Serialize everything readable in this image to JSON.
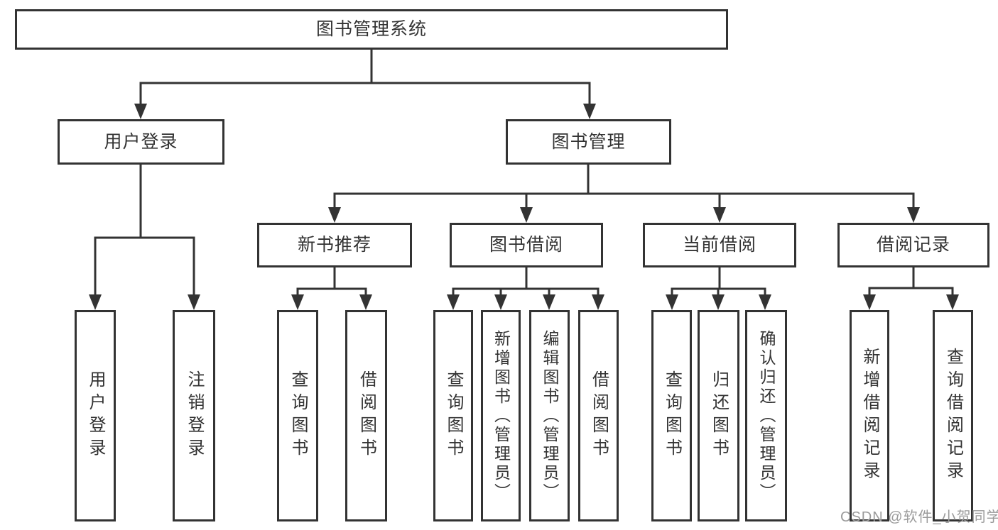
{
  "watermark": "CSDN @软件_小贺同学",
  "colors": {
    "line": "#333333",
    "text": "#333333",
    "watermark": "#9b9b9b",
    "background": "#ffffff"
  },
  "tree": {
    "label": "图书管理系统",
    "children": [
      {
        "label": "用户登录",
        "children": [
          {
            "label": "用户登录"
          },
          {
            "label": "注销登录"
          }
        ]
      },
      {
        "label": "图书管理",
        "children": [
          {
            "label": "新书推荐",
            "children": [
              {
                "label": "查询图书"
              },
              {
                "label": "借阅图书"
              }
            ]
          },
          {
            "label": "图书借阅",
            "children": [
              {
                "label": "查询图书"
              },
              {
                "label": "新增图书（管理员）"
              },
              {
                "label": "编辑图书（管理员）"
              },
              {
                "label": "借阅图书"
              }
            ]
          },
          {
            "label": "当前借阅",
            "children": [
              {
                "label": "查询图书"
              },
              {
                "label": "归还图书"
              },
              {
                "label": "确认归还（管理员）"
              }
            ]
          },
          {
            "label": "借阅记录",
            "children": [
              {
                "label": "新增借阅记录"
              },
              {
                "label": "查询借阅记录"
              }
            ]
          }
        ]
      }
    ]
  }
}
